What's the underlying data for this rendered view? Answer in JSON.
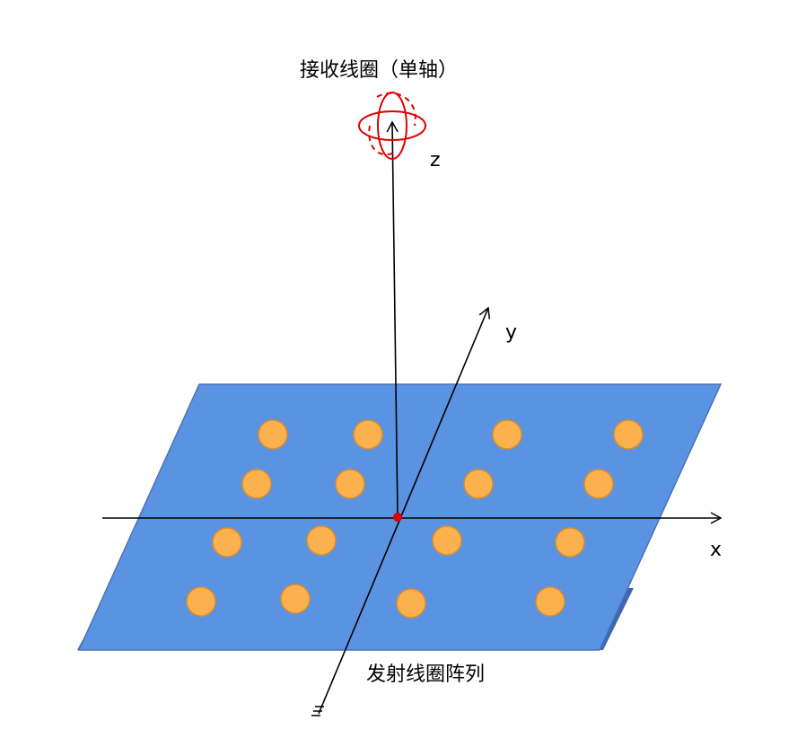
{
  "labels": {
    "receiver": "接收线圈（单轴）",
    "transmitter": "发射线圈阵列",
    "axis_x": "x",
    "axis_y": "y",
    "axis_z": "z"
  },
  "colors": {
    "plane_fill": "#5b93e3",
    "plane_edge": "#4a72b8",
    "plane_shadow": "#3d68b0",
    "coil_fill": "#fbb14e",
    "coil_stroke": "#d98e2e",
    "origin": "#e00000",
    "receiver_coil": "#e00000",
    "axis": "#000000"
  },
  "transmit_coils": {
    "rows": 4,
    "columns": 4,
    "count": 16
  },
  "icons": {
    "receiver": "single-axis-coil-icon",
    "transmitter": "coil-array-icon"
  }
}
